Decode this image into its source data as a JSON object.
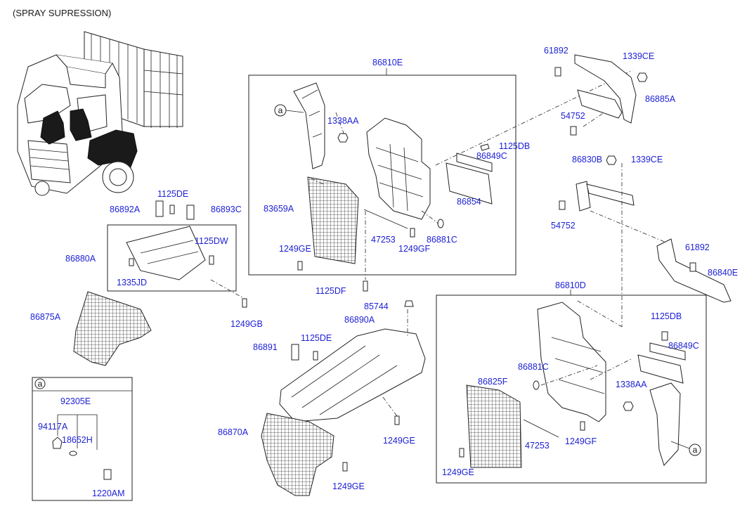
{
  "title": "(SPRAY SUPRESSION)",
  "parts": {
    "p86810E": "86810E",
    "p86810D": "86810D",
    "p61892_top": "61892",
    "p1339CE_top": "1339CE",
    "p86885A": "86885A",
    "p54752_top": "54752",
    "p86830B": "86830B",
    "p1339CE_mid": "1339CE",
    "p54752_mid": "54752",
    "p61892_mid": "61892",
    "p86840E": "86840E",
    "p1338AA_top": "1338AA",
    "p1125DB_top": "1125DB",
    "p86849C_top": "86849C",
    "p86854": "86854",
    "p83659A": "83659A",
    "p47253_top": "47253",
    "p86881C_top": "86881C",
    "p1249GE_top": "1249GE",
    "p1249GF_top": "1249GF",
    "p1125DF": "1125DF",
    "p1125DE_left": "1125DE",
    "p86892A": "86892A",
    "p86893C": "86893C",
    "p1125DW": "1125DW",
    "p86880A": "86880A",
    "p1335JD": "1335JD",
    "p1249GB": "1249GB",
    "p86875A": "86875A",
    "p85744": "85744",
    "p86890A": "86890A",
    "p1125DE_mid": "1125DE",
    "p86891": "86891",
    "p86870A": "86870A",
    "p1249GE_mid": "1249GE",
    "p1249GE_low": "1249GE",
    "p1125DB_bot": "1125DB",
    "p86849C_bot": "86849C",
    "p86881C_bot": "86881C",
    "p86825F": "86825F",
    "p1338AA_bot": "1338AA",
    "p47253_bot": "47253",
    "p1249GF_bot": "1249GF",
    "p1249GE_bot": "1249GE",
    "p92305E": "92305E",
    "p94117A": "94117A",
    "p18652H": "18652H",
    "p1220AM": "1220AM"
  },
  "markers": {
    "circle_a_top": "a",
    "circle_a_bot": "a",
    "legend_a": "a"
  },
  "colors": {
    "label": "#1b1fd4",
    "line": "#222222"
  }
}
